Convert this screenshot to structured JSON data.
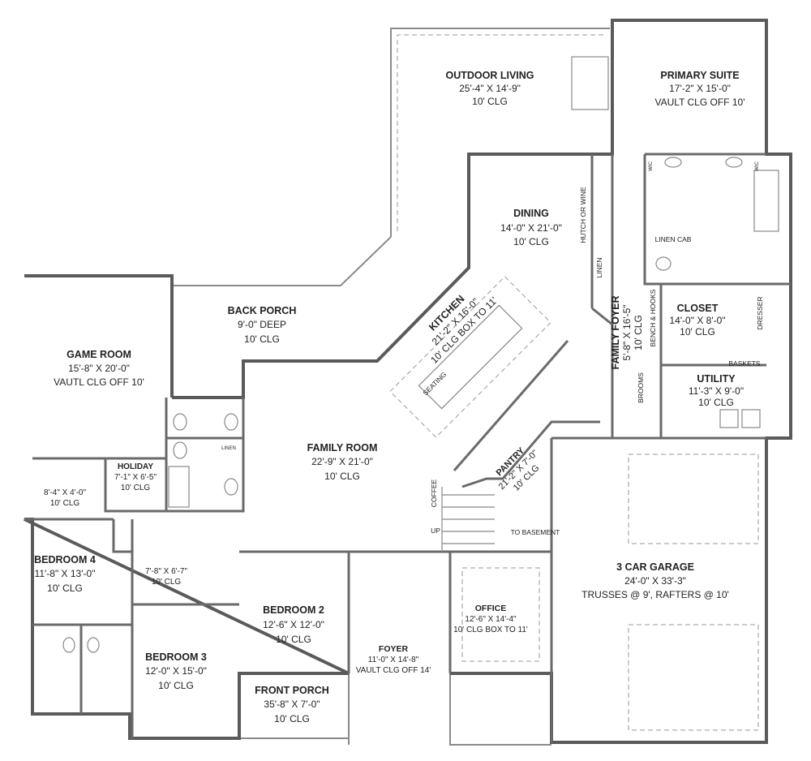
{
  "rooms": {
    "outdoor_living": {
      "name": "OUTDOOR LIVING",
      "dims": "25'-4\" X 14'-9\"",
      "clg": "10' CLG"
    },
    "primary_suite": {
      "name": "PRIMARY SUITE",
      "dims": "17'-2\" X 15'-0\"",
      "clg": "VAULT CLG OFF 10'"
    },
    "dining": {
      "name": "DINING",
      "dims": "14'-0\" X 21'-0\"",
      "clg": "10' CLG"
    },
    "back_porch": {
      "name": "BACK PORCH",
      "dims": "9'-0\" DEEP",
      "clg": "10' CLG"
    },
    "game_room": {
      "name": "GAME ROOM",
      "dims": "15'-8\" X 20'-0\"",
      "clg": "VAUTL CLG OFF 10'"
    },
    "kitchen": {
      "name": "KITCHEN",
      "dims": "21'-2\" X 16'-0\"",
      "clg": "10' CLG BOX TO 11'"
    },
    "family_foyer": {
      "name": "FAMILY FOYER",
      "dims": "5'-8\" X 16'-5\"",
      "clg": "10' CLG"
    },
    "closet": {
      "name": "CLOSET",
      "dims": "14'-0\" X 8'-0\"",
      "clg": "10' CLG"
    },
    "utility": {
      "name": "UTILITY",
      "dims": "11'-3\" X 9'-0\"",
      "clg": "10' CLG"
    },
    "holiday": {
      "name": "HOLIDAY",
      "dims": "7'-1\" X 6'-5\"",
      "clg": "10' CLG"
    },
    "storage": {
      "dims": "8'-4\" X 4'-0\"",
      "clg": "10' CLG"
    },
    "family_room": {
      "name": "FAMILY ROOM",
      "dims": "22'-9\" X 21'-0\"",
      "clg": "10' CLG"
    },
    "pantry": {
      "name": "PANTRY",
      "dims": "21'-2\" X 7'-0\"",
      "clg": "10' CLG"
    },
    "bedroom_4": {
      "name": "BEDROOM 4",
      "dims": "11'-8\" X 13'-0\"",
      "clg": "10' CLG"
    },
    "hall_closet": {
      "dims": "7'-8\" X 6'-7\"",
      "clg": "10' CLG"
    },
    "garage": {
      "name": "3 CAR GARAGE",
      "dims": "24'-0\" X 33'-3\"",
      "clg": "TRUSSES @ 9', RAFTERS @ 10'"
    },
    "bedroom_2": {
      "name": "BEDROOM 2",
      "dims": "12'-6\" X 12'-0\"",
      "clg": "10' CLG"
    },
    "office": {
      "name": "OFFICE",
      "dims": "12'-6\" X 14'-4\"",
      "clg": "10' CLG BOX TO 11'"
    },
    "foyer": {
      "name": "FOYER",
      "dims": "11'-0\" X 14'-8\"",
      "clg": "VAULT CLG OFF 14'"
    },
    "bedroom_3": {
      "name": "BEDROOM 3",
      "dims": "12'-0\" X 15'-0\"",
      "clg": "10' CLG"
    },
    "front_porch": {
      "name": "FRONT PORCH",
      "dims": "35'-8\" X 7'-0\"",
      "clg": "10' CLG"
    }
  },
  "notes": {
    "hutch": "HUTCH OR WINE",
    "linen": "LINEN",
    "linen_cab": "LINEN CAB",
    "bench": "BENCH & HOOKS",
    "brooms": "BROOMS",
    "baskets": "BASKETS",
    "dresser": "DRESSER",
    "coffee": "COFFEE",
    "to_basement": "TO BASEMENT",
    "up": "UP",
    "seating": "SEATING",
    "wic": "WIC",
    "bath_linen": "LINEN"
  }
}
